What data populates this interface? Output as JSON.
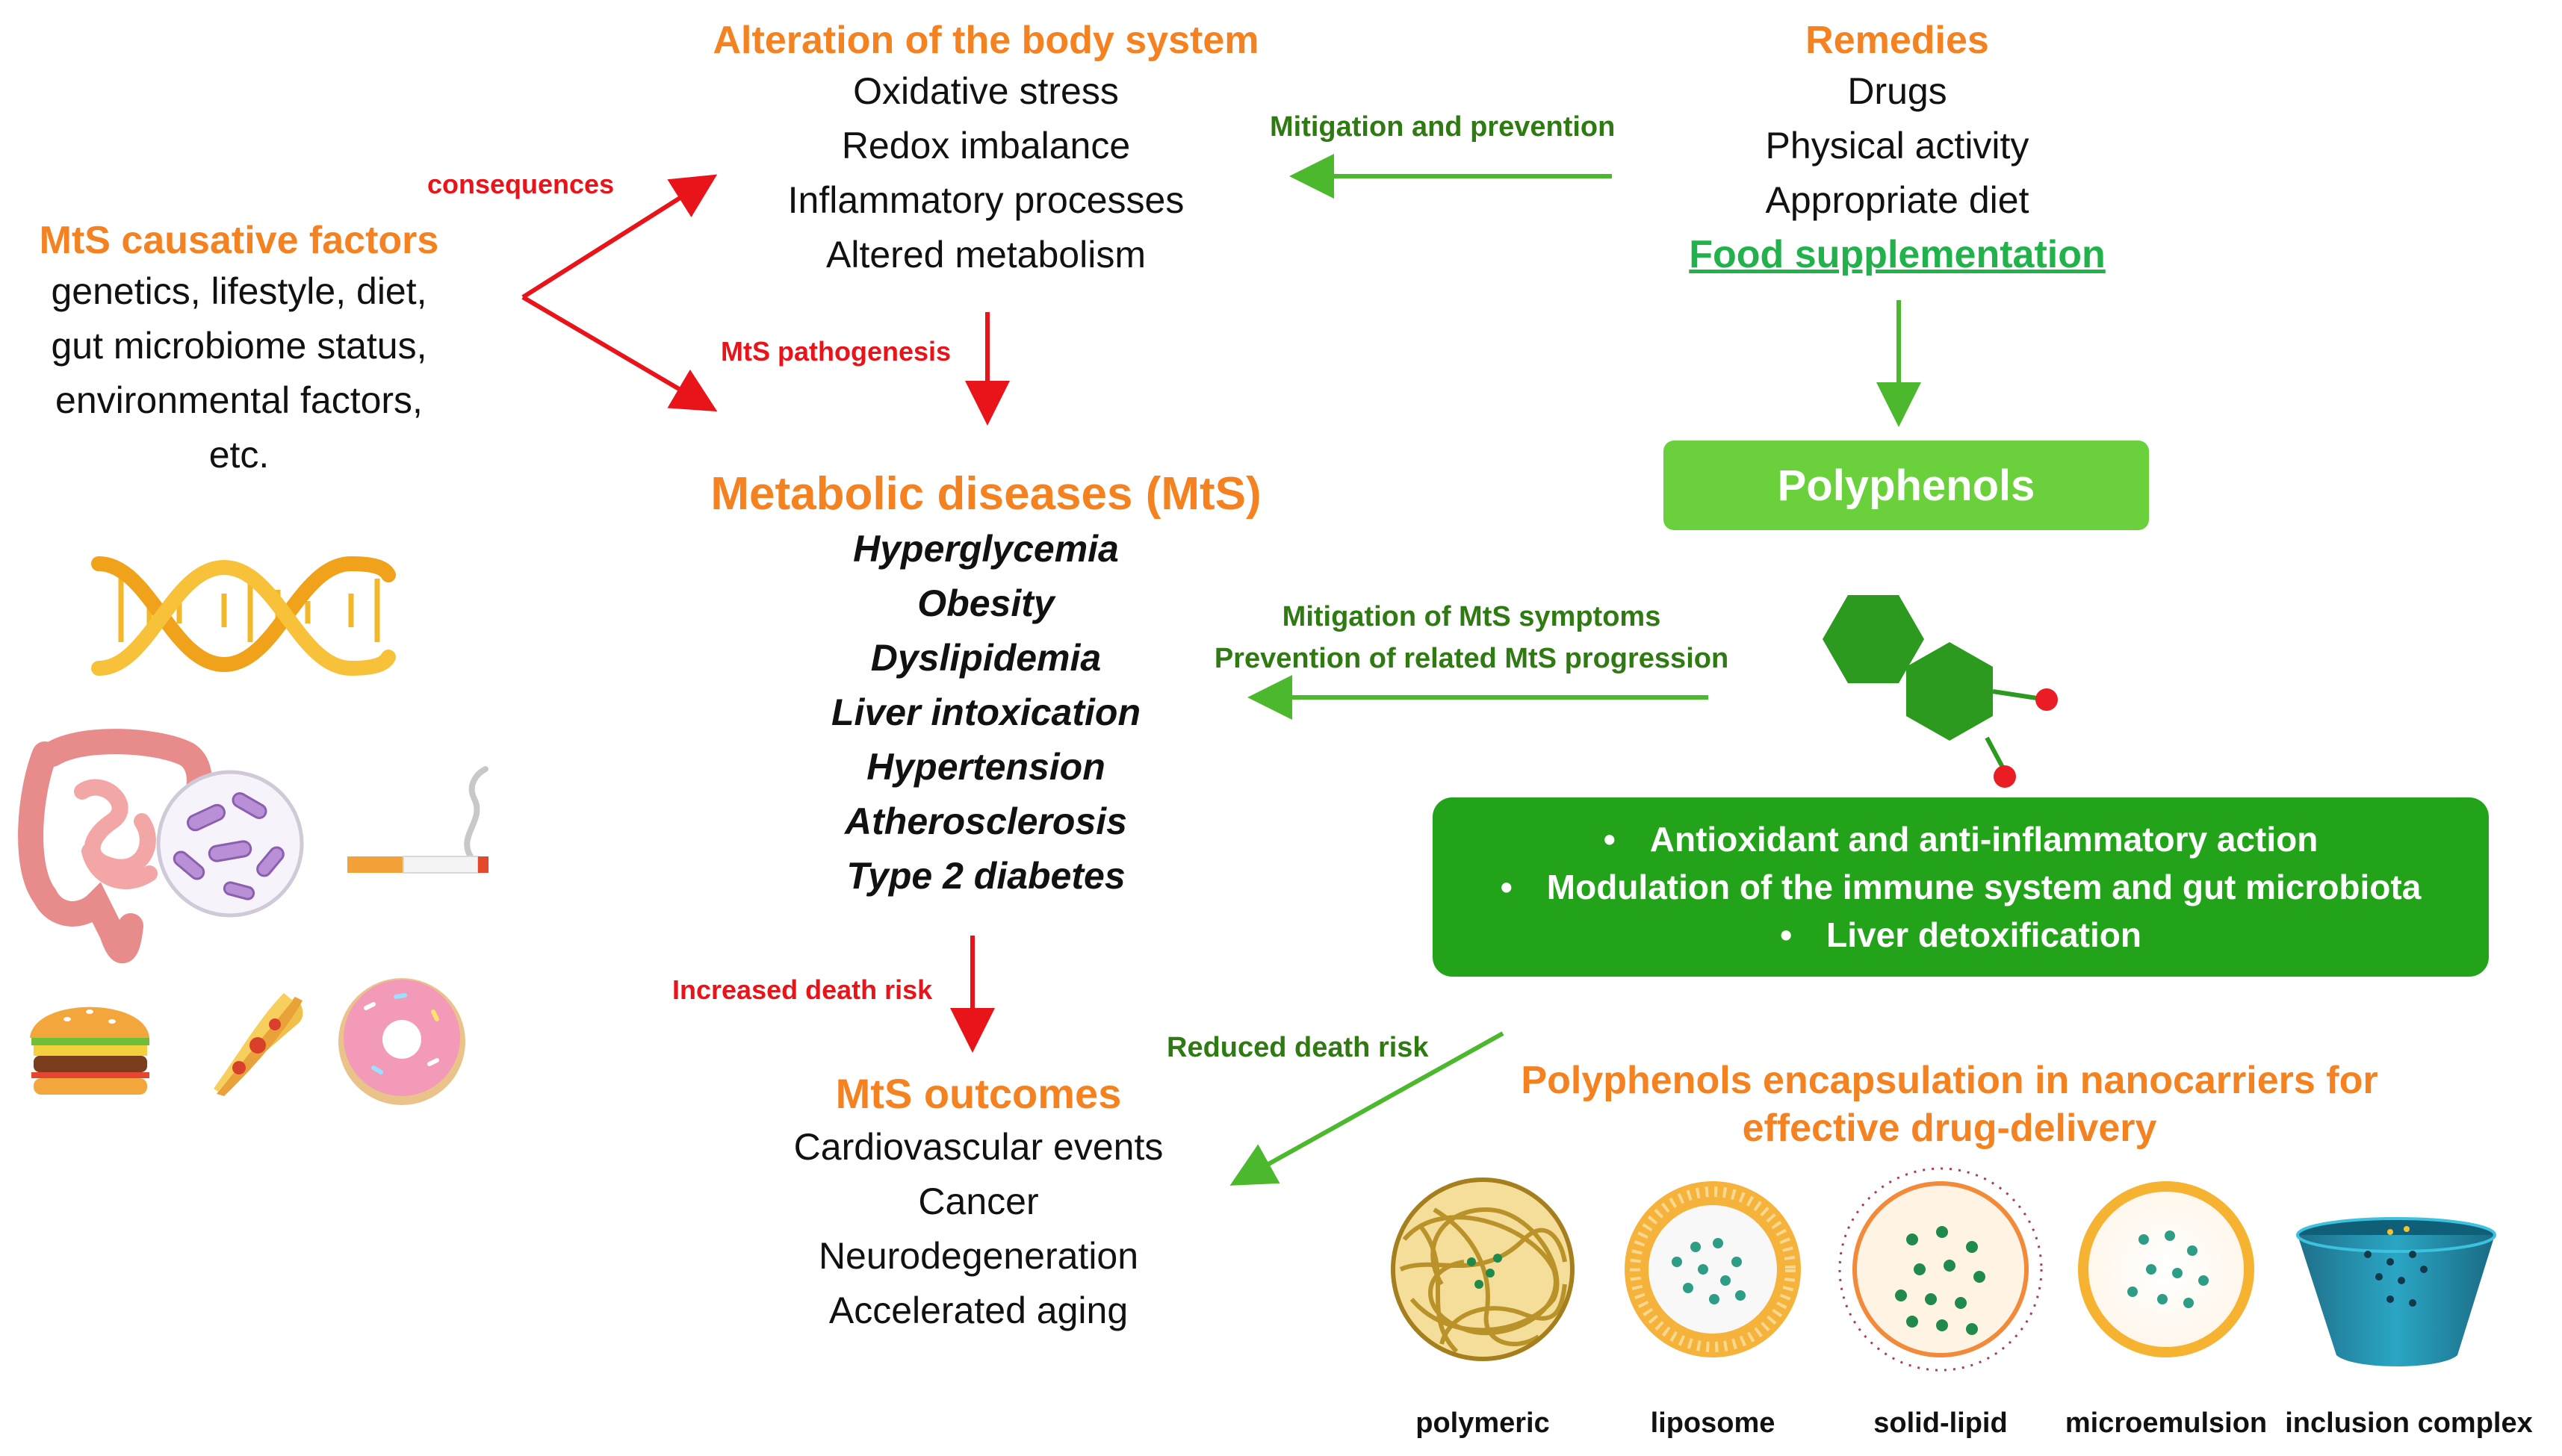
{
  "causative": {
    "title": "MtS causative factors",
    "lines": [
      "genetics, lifestyle, diet,",
      "gut microbiome status,",
      "environmental factors,",
      "etc."
    ]
  },
  "alteration": {
    "title": "Alteration of the body system",
    "items": [
      "Oxidative stress",
      "Redox imbalance",
      "Inflammatory processes",
      "Altered metabolism"
    ]
  },
  "remedies": {
    "title": "Remedies",
    "items": [
      "Drugs",
      "Physical activity",
      "Appropriate diet"
    ],
    "highlight": "Food supplementation"
  },
  "diseases": {
    "title": "Metabolic diseases (MtS)",
    "items": [
      "Hyperglycemia",
      "Obesity",
      "Dyslipidemia",
      "Liver intoxication",
      "Hypertension",
      "Atherosclerosis",
      "Type 2 diabetes"
    ]
  },
  "outcomes": {
    "title": "MtS outcomes",
    "items": [
      "Cardiovascular events",
      "Cancer",
      "Neurodegeneration",
      "Accelerated aging"
    ]
  },
  "polyphenols": {
    "label": "Polyphenols"
  },
  "actions": {
    "items": [
      "Antioxidant and anti-inflammatory action",
      "Modulation of the immune system and gut microbiota",
      "Liver detoxification"
    ]
  },
  "nanocarriers": {
    "title_line1": "Polyphenols encapsulation in nanocarriers  for",
    "title_line2": "effective drug-delivery",
    "labels": [
      "polymeric",
      "liposome",
      "solid-lipid",
      "microemulsion",
      "inclusion complex"
    ]
  },
  "arrows": {
    "consequences": "consequences",
    "pathogenesis": "MtS pathogenesis",
    "mitigation_prevention": "Mitigation and prevention",
    "mitigation_symptoms": "Mitigation of MtS symptoms",
    "prevention_progression": "Prevention of related MtS progression",
    "increased_death": "Increased death risk",
    "reduced_death": "Reduced death risk"
  },
  "colors": {
    "orange": "#f58220",
    "red": "#e8141a",
    "dark_green": "#2f7a12",
    "arrow_green": "#4cb82e",
    "box_light_green": "#6ad13c",
    "box_green": "#22a31a"
  },
  "icons": [
    "dna-icon",
    "intestine-icon",
    "bacteria-icon",
    "cigarette-icon",
    "burger-icon",
    "pizza-icon",
    "donut-icon",
    "polyphenol-molecule-icon"
  ]
}
